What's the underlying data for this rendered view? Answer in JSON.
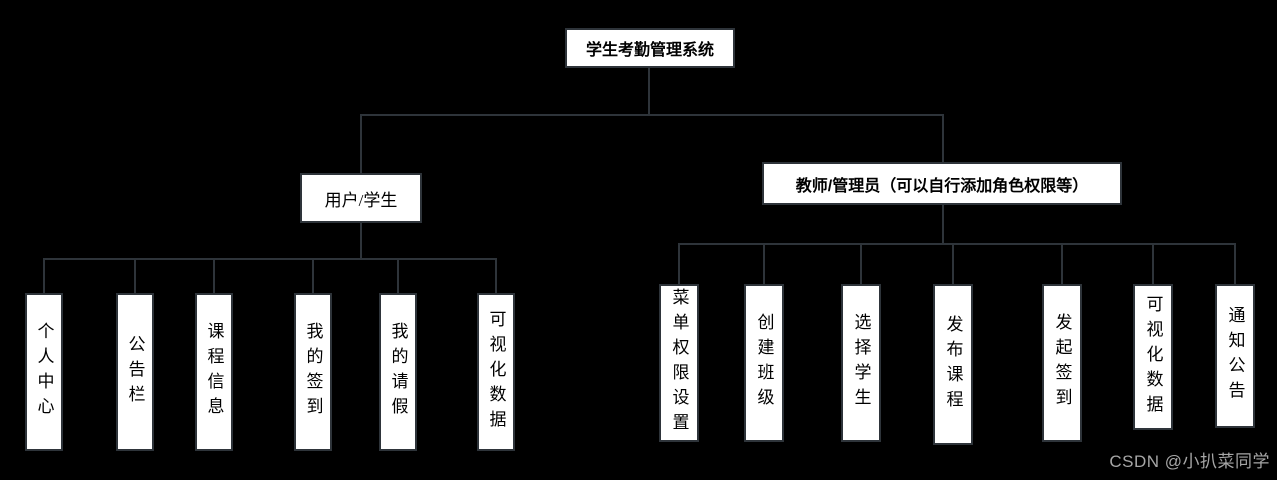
{
  "diagram": {
    "root": "学生考勤管理系统",
    "branches": [
      {
        "label": "用户/学生",
        "children": [
          "个人中心",
          "公告栏",
          "课程信息",
          "我的签到",
          "我的请假",
          "可视化数据"
        ]
      },
      {
        "label": "教师/管理员（可以自行添加角色权限等）",
        "children": [
          "菜单权限设置",
          "创建班级",
          "选择学生",
          "发布课程",
          "发起签到",
          "可视化数据",
          "通知公告"
        ]
      }
    ]
  },
  "watermark": "CSDN @小扒菜同学",
  "colors": {
    "background": "#000000",
    "node_fill": "#ffffff",
    "node_border": "#2e343a",
    "connector": "#2e343a",
    "node_text": "#000000",
    "watermark_text": "#a6a6a6"
  }
}
